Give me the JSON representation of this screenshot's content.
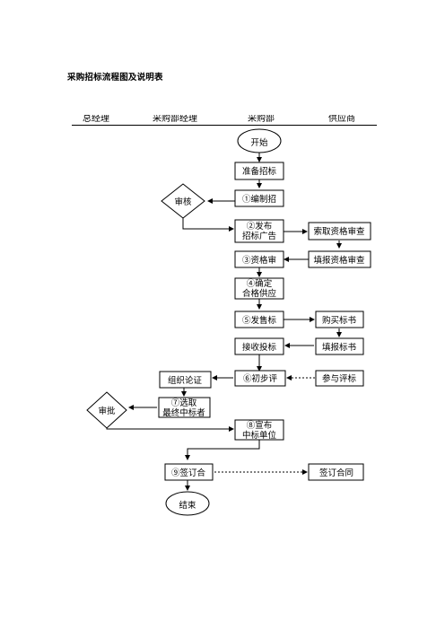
{
  "title": "采购招标流程图及说明表",
  "columns": [
    "总经理",
    "采购部经理",
    "采购部",
    "供应商"
  ],
  "nodes": {
    "start": "开始",
    "prepare": "准备招标",
    "compile": "①编制招",
    "review": "审核",
    "publish_1": "②发布",
    "publish_2": "招标广告",
    "request_qual": "索取资格审查",
    "qual_review": "③资格审",
    "fill_qual": "填报资格审查",
    "determine_1": "④确定",
    "determine_2": "合格供应",
    "sell_docs": "⑤发售标",
    "buy_docs": "购买标书",
    "receive_bids": "接收投标",
    "fill_bids": "填报标书",
    "prelim": "⑥初步评",
    "join_eval": "参与评标",
    "organize": "组织论证",
    "select_1": "⑦选取",
    "select_2": "最终中标者",
    "approve": "审批",
    "announce_1": "⑧宣布",
    "announce_2": "中标单位",
    "sign": "⑨签订合",
    "sign_contract": "签订合同",
    "end": "结束"
  }
}
